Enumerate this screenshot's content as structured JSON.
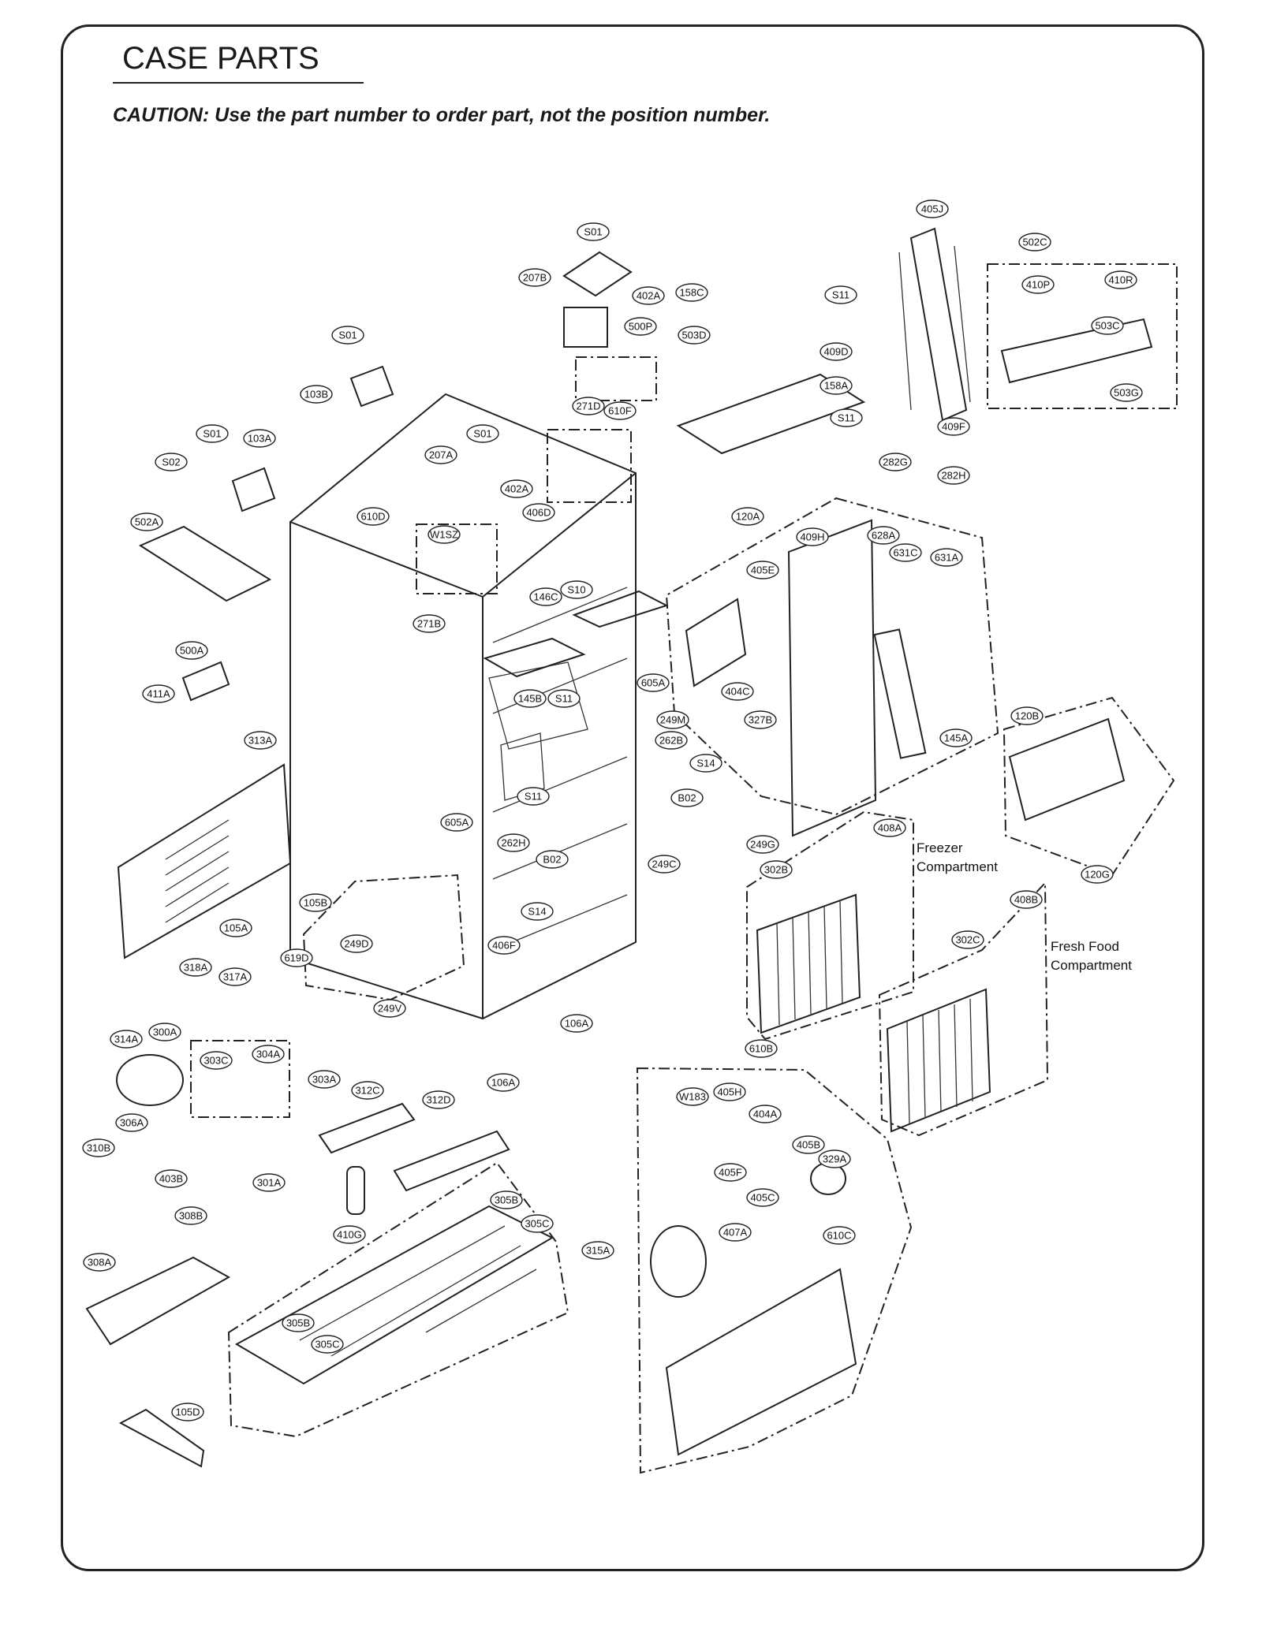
{
  "title": "CASE PARTS",
  "caution": "CAUTION: Use the part number to order part, not the position number.",
  "areas": {
    "freezer": [
      "Freezer",
      "Compartment"
    ],
    "fresh_food": [
      "Fresh Food",
      "Compartment"
    ]
  },
  "callouts": [
    "S01",
    "207B",
    "402A",
    "158C",
    "S11",
    "500P",
    "405J",
    "502C",
    "410P",
    "410R",
    "503C",
    "503G",
    "S01",
    "103B",
    "503D",
    "409D",
    "610F",
    "271D",
    "158A",
    "S11",
    "409F",
    "S01",
    "103A",
    "S01",
    "207A",
    "S02",
    "402A",
    "610D",
    "406D",
    "282G",
    "282H",
    "502A",
    "W1SZ",
    "120A",
    "409H",
    "628A",
    "631C",
    "631A",
    "146C",
    "S10",
    "405E",
    "271B",
    "500A",
    "605A",
    "145B",
    "S11",
    "404C",
    "411A",
    "327B",
    "249M",
    "262B",
    "145A",
    "120B",
    "313A",
    "S14",
    "S11",
    "B02",
    "605A",
    "249G",
    "408A",
    "262H",
    "B02",
    "249C",
    "302B",
    "120G",
    "105B",
    "S14",
    "408B",
    "105A",
    "249D",
    "406F",
    "302C",
    "619D",
    "318A",
    "317A",
    "249V",
    "106A",
    "610B",
    "314A",
    "300A",
    "303C",
    "304A",
    "303A",
    "312C",
    "312D",
    "106A",
    "W183",
    "405H",
    "306A",
    "404A",
    "310B",
    "405B",
    "329A",
    "405F",
    "403B",
    "301A",
    "405C",
    "308B",
    "305B",
    "305C",
    "407A",
    "610C",
    "410G",
    "315A",
    "308A",
    "305B",
    "305C",
    "105D"
  ]
}
